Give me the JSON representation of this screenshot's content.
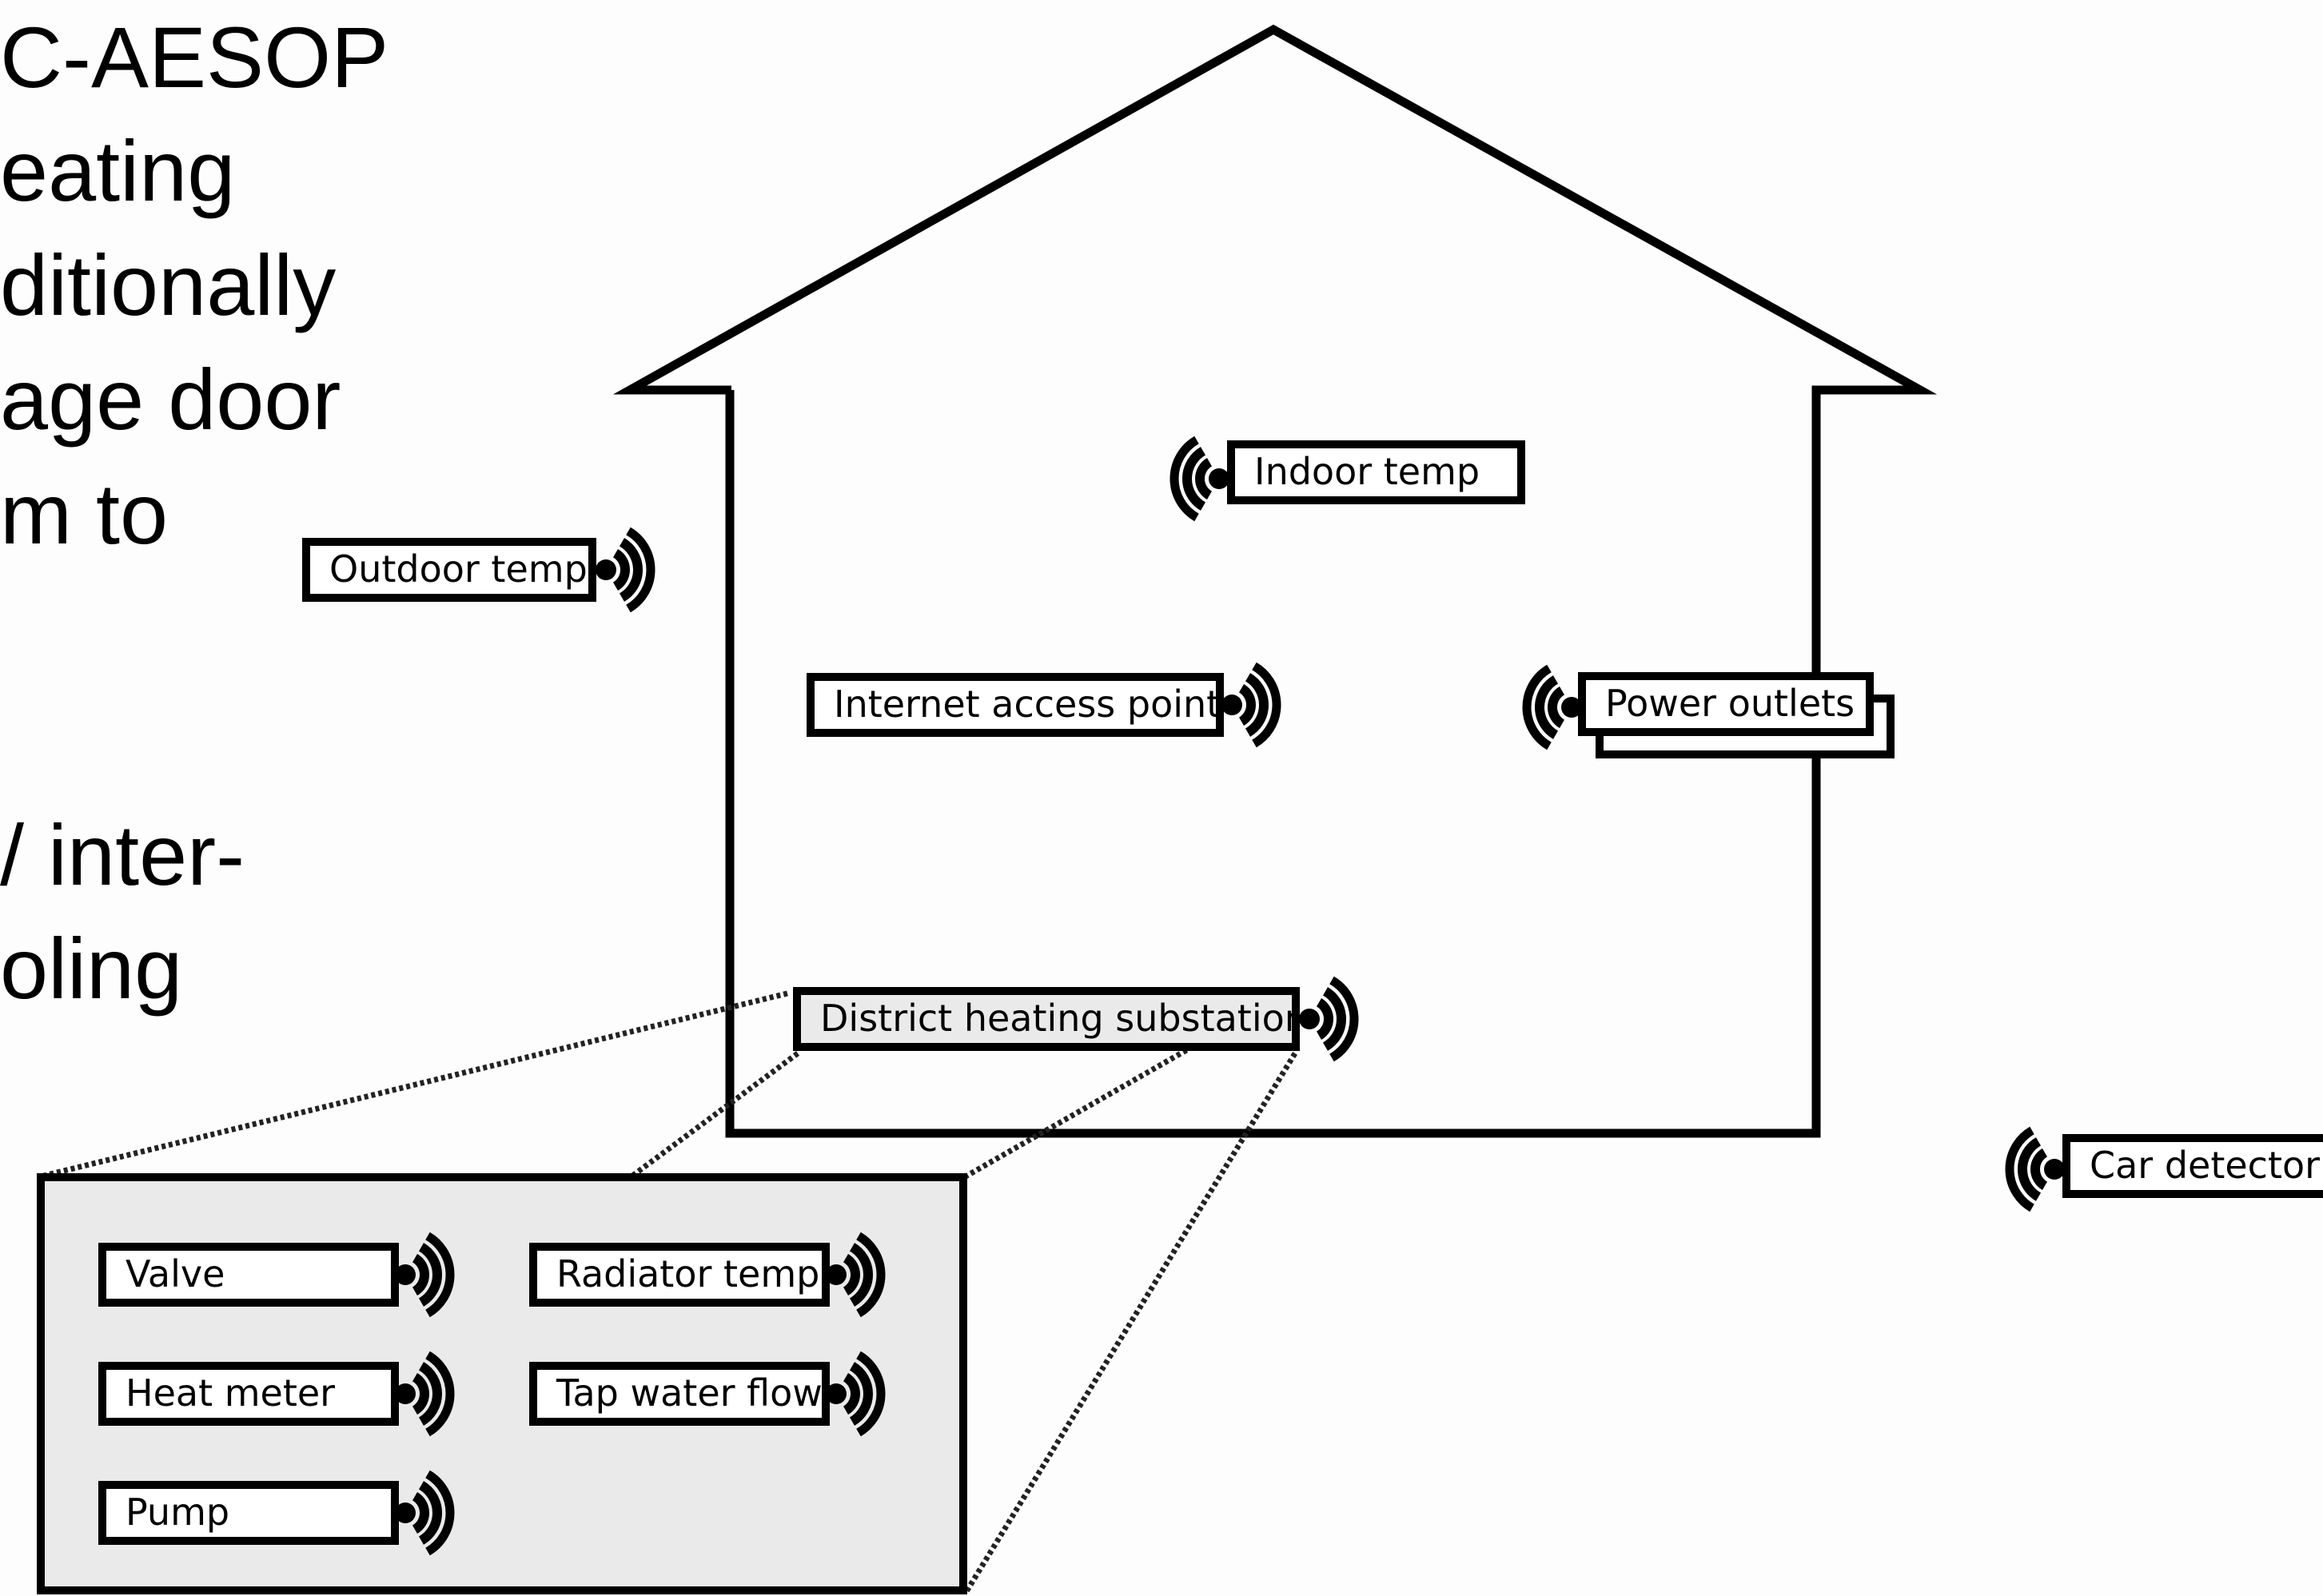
{
  "background_text": [
    "C-AESOP",
    "eating",
    "ditionally",
    "age door",
    "m to",
    "/ inter-",
    "oling"
  ],
  "devices": {
    "outdoor_temp": "Outdoor temp",
    "indoor_temp": "Indoor temp",
    "internet_access_point": "Internet access point",
    "power_outlets": "Power outlets",
    "district_heating_substation": "District heating substation",
    "car_detector": "Car detector"
  },
  "substation_components": {
    "valve": "Valve",
    "radiator_temp": "Radiator temp",
    "heat_meter": "Heat meter",
    "tap_water_flow": "Tap water flow",
    "pump": "Pump"
  },
  "icons": {
    "signal": "wireless-signal-icon"
  },
  "colors": {
    "line": "#000000",
    "panel_fill": "#eaeaea",
    "label_fill": "#ffffff"
  }
}
